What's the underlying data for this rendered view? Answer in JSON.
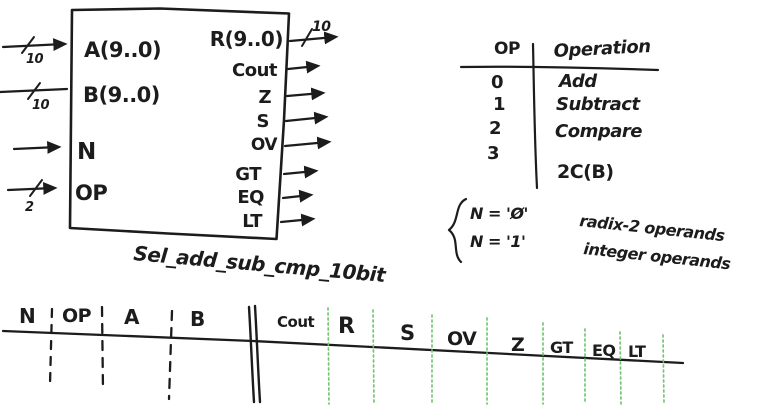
{
  "colors": {
    "ink": "#1c1c1c",
    "separator_green": "#76c576"
  },
  "block": {
    "caption": "Sel_add_sub_cmp_10bit",
    "inputs": [
      {
        "label": "A(9..0)",
        "bus": "10"
      },
      {
        "label": "B(9..0)",
        "bus": "10"
      },
      {
        "label": "N",
        "bus": ""
      },
      {
        "label": "OP",
        "bus": "2"
      }
    ],
    "outputs": [
      {
        "label": "R(9..0)",
        "bus": "10"
      },
      {
        "label": "Cout"
      },
      {
        "label": "Z"
      },
      {
        "label": "S"
      },
      {
        "label": "OV"
      },
      {
        "label": "GT"
      },
      {
        "label": "EQ"
      },
      {
        "label": "LT"
      }
    ]
  },
  "op_table": {
    "headers": [
      "OP",
      "Operation"
    ],
    "rows": [
      {
        "op": "0",
        "operation": "Add"
      },
      {
        "op": "1",
        "operation": "Subtract"
      },
      {
        "op": "2",
        "operation": "Compare"
      },
      {
        "op": "3",
        "operation": "2C(B)"
      }
    ]
  },
  "notes": [
    {
      "condition": "N = 'Ø'",
      "meaning": "radix-2 operands"
    },
    {
      "condition": "N = '1'",
      "meaning": "integer operands"
    }
  ],
  "signal_table": {
    "input_columns": [
      "N",
      "OP",
      "A",
      "B"
    ],
    "output_columns": [
      "Cout",
      "R",
      "S",
      "OV",
      "Z",
      "GT",
      "EQ",
      "LT"
    ]
  }
}
